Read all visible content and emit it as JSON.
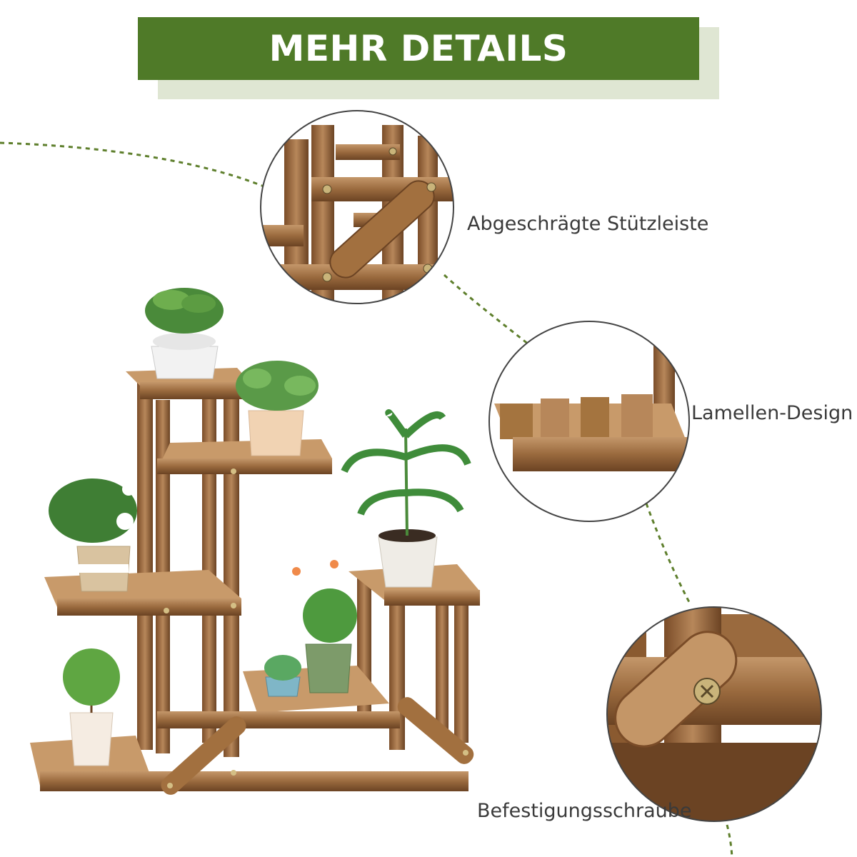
{
  "header": {
    "title": "MEHR DETAILS"
  },
  "callouts": [
    {
      "label": "Abgeschrägte Stützleiste",
      "icon": "diagonal-brace-detail"
    },
    {
      "label": "Lamellen-Design",
      "icon": "slatted-shelf-detail"
    },
    {
      "label": "Befestigungsschraube",
      "icon": "fastening-screw-detail"
    }
  ],
  "product": {
    "icon": "wooden-plant-stand"
  },
  "colors": {
    "banner": "#4f7a28",
    "banner_shadow": "#dfe6d3",
    "dashed_line": "#5e7f2c",
    "wood_dark": "#6b4323",
    "wood_light": "#b98a5a",
    "circle_border": "#444444"
  }
}
